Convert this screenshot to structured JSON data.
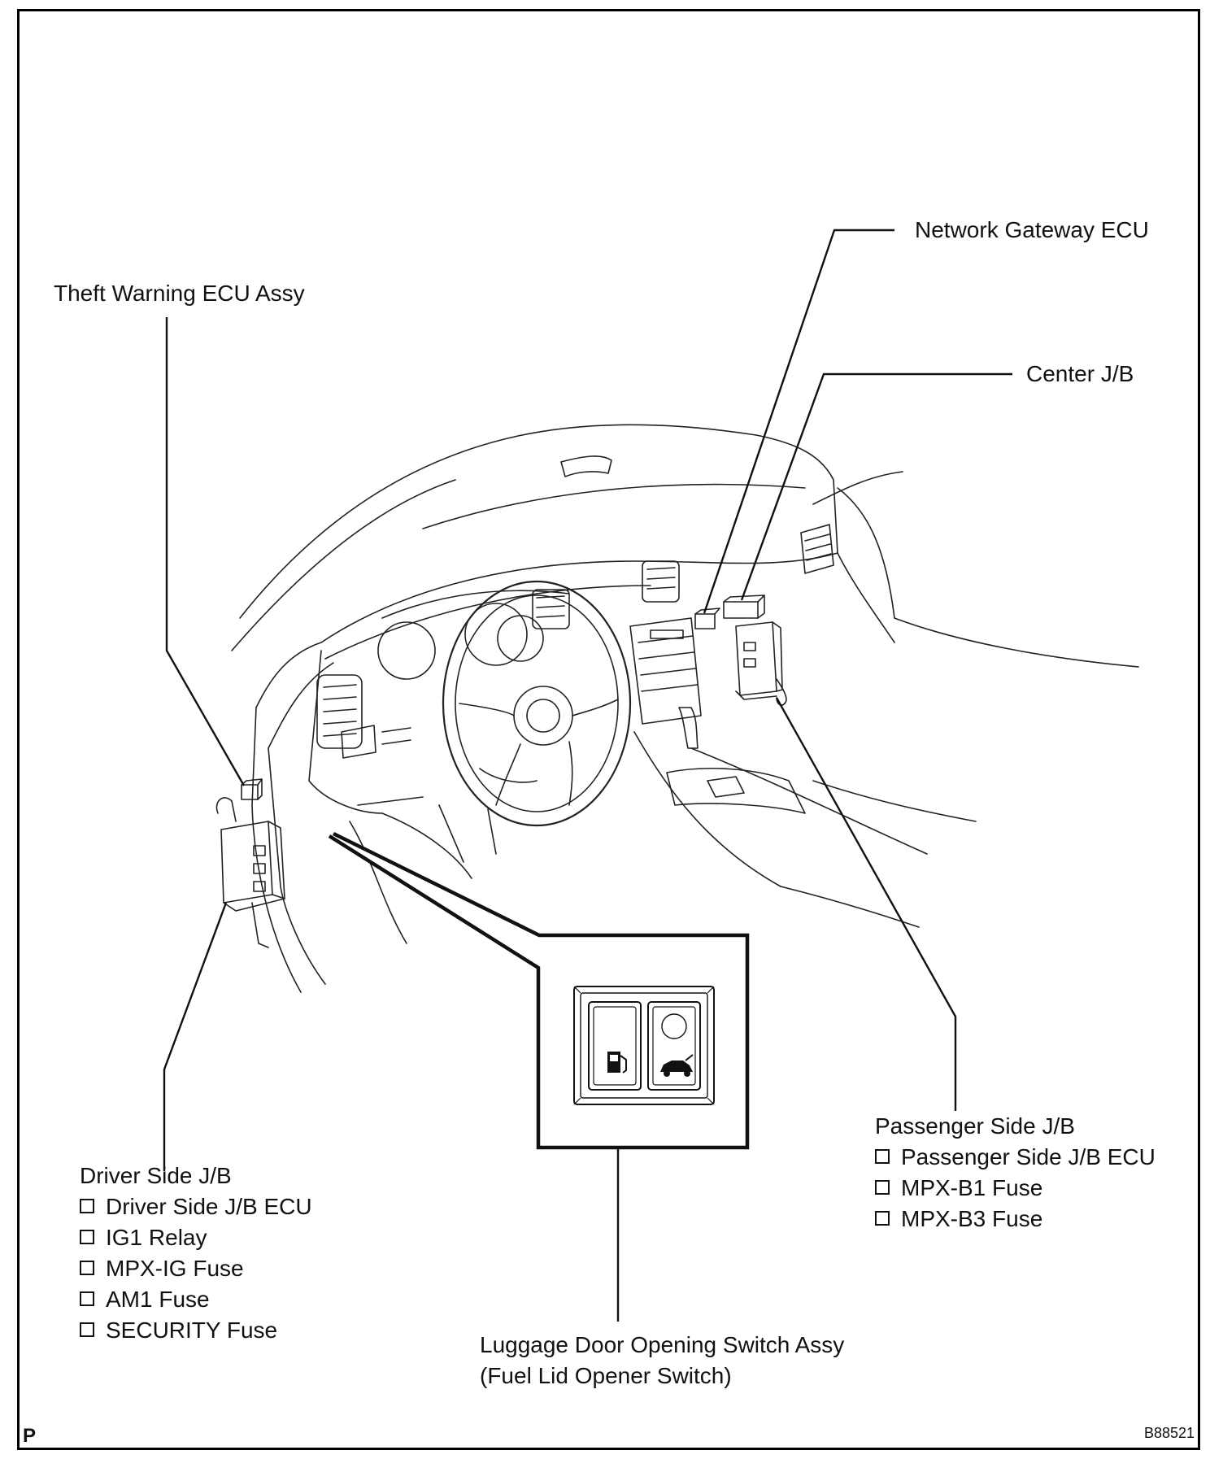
{
  "labels": {
    "network_gateway": "Network Gateway ECU",
    "center_jb": "Center J/B",
    "theft_warning": "Theft Warning ECU Assy",
    "passenger_jb": {
      "title": "Passenger Side J/B",
      "items": [
        "Passenger Side J/B ECU",
        "MPX-B1 Fuse",
        "MPX-B3 Fuse"
      ]
    },
    "driver_jb": {
      "title": "Driver Side J/B",
      "items": [
        "Driver Side J/B ECU",
        "IG1 Relay",
        "MPX-IG Fuse",
        "AM1 Fuse",
        "SECURITY Fuse"
      ]
    },
    "luggage_switch": {
      "line1": "Luggage Door Opening Switch Assy",
      "line2": "(Fuel Lid Opener Switch)"
    }
  },
  "corner": {
    "left": "P",
    "right": "B88521"
  },
  "icons": [
    "fuel-pump-icon",
    "car-trunk-icon"
  ],
  "colors": {
    "line": "#111111",
    "background": "#ffffff"
  }
}
